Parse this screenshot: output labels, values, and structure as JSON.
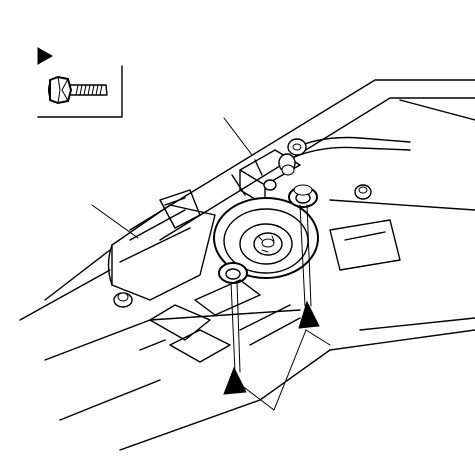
{
  "figure": {
    "type": "technical-illustration",
    "subject": "motor-assembly-with-mounting-bolt",
    "style": "black-line-art"
  },
  "colors": {
    "ink": "#000000",
    "background": "#ffffff"
  },
  "icons": {
    "inset_marker": "triangle-marker-icon",
    "flange_bolt": "flange-bolt-icon",
    "attachment_marker": "triangle-marker-icon"
  },
  "counts": {
    "callout_leaders": 3,
    "attachment_markers": 2
  }
}
